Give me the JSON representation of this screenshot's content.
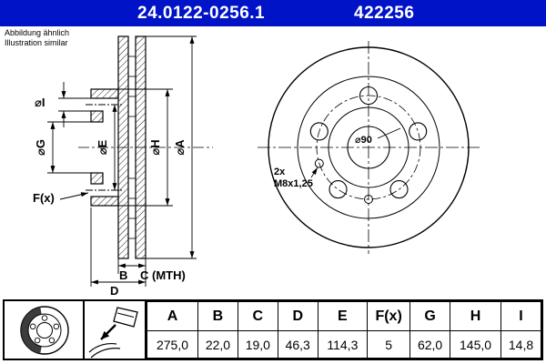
{
  "colors": {
    "header_bg": "#0013c6",
    "header_text": "#ffffff"
  },
  "header": {
    "part_number": "24.0122-0256.1",
    "reference_number": "422256"
  },
  "note": {
    "line1": "Abbildung ähnlich",
    "line2": "Illustration similar"
  },
  "drawing": {
    "section_labels": {
      "dia_i": "⌀I",
      "dia_g": "⌀G",
      "dia_e": "⌀E",
      "dia_h": "⌀H",
      "dia_a": "⌀A",
      "f_x": "F(x)",
      "b": "B",
      "c_mth": "C (MTH)",
      "d": "D"
    },
    "front_labels": {
      "hub_diameter": "⌀90",
      "thread_count": "2x",
      "thread_spec": "M8x1,25"
    }
  },
  "table": {
    "headers": [
      "A",
      "B",
      "C",
      "D",
      "E",
      "F(x)",
      "G",
      "H",
      "I"
    ],
    "values": [
      "275,0",
      "22,0",
      "19,0",
      "46,3",
      "114,3",
      "5",
      "62,0",
      "145,0",
      "14,8"
    ]
  }
}
